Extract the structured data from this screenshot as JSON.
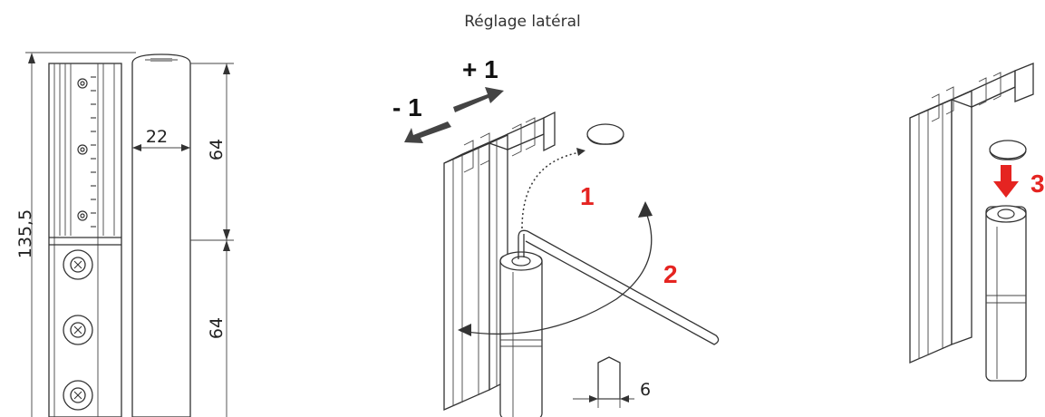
{
  "title": "Réglage latéral",
  "dimensions": {
    "total_height": "135,5",
    "upper_height": "64",
    "lower_height": "64",
    "width": "22",
    "key_size": "6"
  },
  "adjust": {
    "plus": "+ 1",
    "minus": "- 1"
  },
  "steps": [
    "1",
    "2",
    "3"
  ],
  "colors": {
    "step_red": "#e52421",
    "line": "#333333"
  }
}
